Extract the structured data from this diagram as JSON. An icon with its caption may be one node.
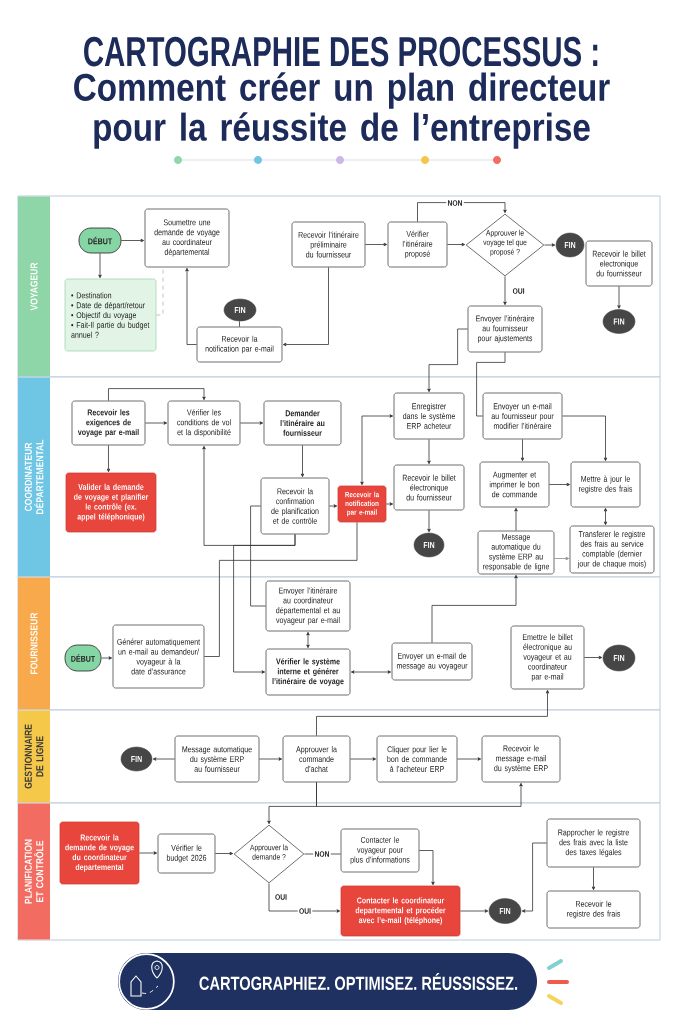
{
  "diagram": {
    "title": "CARTOGRAPHIE DES PROCESSUS :",
    "nodes": [
      {
        "text": [
          "VOYAGEUR"
        ]
      },
      {
        "text": [
          "DÉBUT"
        ],
        "in": 0
      },
      {
        "text": [
          "Soumettre une demande de voyage au coordinateur départemental"
        ],
        "in": 0
      },
      {
        "text": [
          "• Destination",
          "• Date de départ/retour",
          "• Objectif du voyage",
          "• Fait-Il partie du budget annuel ?"
        ],
        "in": 0
      },
      {
        "text": [
          "FIN"
        ],
        "in": 0
      },
      {
        "text": [
          "Recevoir la notification par e-mail"
        ],
        "in": 0
      },
      {
        "text": [
          "Recevoir l’itinéraire préliminaire du fournisseur"
        ],
        "in": 0
      },
      {
        "text": [
          "Vérifier l’itinéraire proposé"
        ],
        "in": 0
      },
      {
        "text": [
          "Approuver le voyage tel que proposé ?"
        ],
        "in": 0
      },
      {
        "text": [
          "FIN"
        ],
        "in": 0
      },
      {
        "text": [
          "Recevoir le billet electronique du fournisseur"
        ],
        "in": 0
      },
      {
        "text": [
          "FIN"
        ],
        "in": 0
      },
      {
        "text": [
          "Envoyer l’itinéraire au fournisseur pour ajustements"
        ],
        "in": 0
      },
      {
        "text": [
          "COORDINATEUR DÉPARTEMENTAL"
        ]
      },
      {
        "text": [
          "Recevoir les exigences de voyage par e-mail"
        ],
        "in": 13
      },
      {
        "text": [
          "Vérifier les conditions de vol et la disponibilité"
        ],
        "in": 13
      },
      {
        "text": [
          "Demander l’itinéraire au fournisseur"
        ],
        "in": 13
      },
      {
        "text": [
          "Enregistrer dans le système ERP acheteur"
        ],
        "in": 13
      },
      {
        "text": [
          "Envoyer un e-mail au fournisseur pour modifier l’itinéraire"
        ],
        "in": 13
      },
      {
        "text": [
          "Valider la demande de voyage et planifier le contrôle (ex. appel téléphonique)"
        ],
        "in": 13
      },
      {
        "text": [
          "Recevoir la confirmation de planification et de contrôle"
        ],
        "in": 13
      },
      {
        "text": [
          "Recevoir la notification par e-mail"
        ],
        "in": 13
      },
      {
        "text": [
          "Recevoir le billet électronique du fournisseur"
        ],
        "in": 13
      },
      {
        "text": [
          "Augmenter et imprimer le bon de commande"
        ],
        "in": 13
      },
      {
        "text": [
          "Mettre à jour le registre des frais"
        ],
        "in": 13
      },
      {
        "text": [
          "FIN"
        ],
        "in": 13
      },
      {
        "text": [
          "Message automatique du système ERP au responsable de ligne"
        ],
        "in": 13
      },
      {
        "text": [
          "Transferer le registre des frais au service comptable (dernier jour de chaque mois)"
        ],
        "in": 13
      },
      {
        "text": [
          "FOURNISSEUR"
        ]
      },
      {
        "text": [
          "Envoyer l’itinéraire au coordinateur départemental et au voyageur par e-mail"
        ],
        "in": 28
      },
      {
        "text": [
          "DÉBUT"
        ],
        "in": 28
      },
      {
        "text": [
          "Générer automatiquement un e-mail au demandeur/ voyageur à la date d’assurance"
        ],
        "in": 28
      },
      {
        "text": [
          "Vérifier le système interne et générer l’itinéraire de voyage"
        ],
        "in": 28
      },
      {
        "text": [
          "Envoyer un e-mail de message au voyageur"
        ],
        "in": 28
      },
      {
        "text": [
          "Emettre le billet électronique au voyageur et au coordinateur par e-mail"
        ],
        "in": 28
      },
      {
        "text": [
          "FIN"
        ],
        "in": 28
      },
      {
        "text": [
          "GESTIONNAIRE DE LIGNE"
        ]
      },
      {
        "text": [
          "FIN"
        ],
        "in": 36
      },
      {
        "text": [
          "Message automatique du système ERP au fournisseur"
        ],
        "in": 36
      },
      {
        "text": [
          "Approuver la commande d’achat"
        ],
        "in": 36
      },
      {
        "text": [
          "Cliquer pour lier le bon de commande à l’acheteur ERP"
        ],
        "in": 36
      },
      {
        "text": [
          "Recevoir le message e-mail du système ERP"
        ],
        "in": 36
      },
      {
        "text": [
          "PLANIFICATION ET CONTRÔLE"
        ]
      },
      {
        "text": [
          "Recevoir la demande de voyage du coordinateur departemental"
        ],
        "in": 42
      },
      {
        "text": [
          "Vérifier le budget 2026"
        ],
        "in": 42
      },
      {
        "text": [
          "Approuver la demande ?"
        ],
        "in": 42
      },
      {
        "text": [
          "Contacter le voyageur pour plus d’informations"
        ],
        "in": 42
      },
      {
        "text": [
          "Rapprocher le registre des frais avec la liste des taxes légales"
        ],
        "in": 42
      },
      {
        "text": [
          "Contacter le coordinateur departemental et procéder avec l’e-mail (téléphone)"
        ],
        "in": 42
      },
      {
        "text": [
          "FIN"
        ],
        "in": 42
      },
      {
        "text": [
          "Recevoir le registre des frais"
        ],
        "in": 42
      },
      {
        "text": [
          "CARTOGRAPHIEZ. OPTIMISEZ. RÉUSSISSEZ."
        ]
      }
    ],
    "edges": [
      {
        "from": 1,
        "to": 2,
        "arrow": "to"
      },
      {
        "from": 1,
        "to": 3,
        "arrow": "to"
      },
      {
        "from": 3,
        "to": 2,
        "arrow": "none",
        "style": "dashed",
        "color": "#b5b5b5"
      },
      {
        "from": 5,
        "to": 2,
        "arrow": "to"
      },
      {
        "from": 5,
        "to": 4,
        "arrow": "none"
      },
      {
        "from": 6,
        "to": 5,
        "arrow": "to"
      },
      {
        "from": 6,
        "to": 7,
        "arrow": "to"
      },
      {
        "from": 7,
        "to": 8,
        "arrow": "to"
      },
      {
        "from": 7,
        "to": 8,
        "arrow": "to",
        "label": "NON"
      },
      {
        "from": 8,
        "to": 9,
        "arrow": "to"
      },
      {
        "from": 8,
        "to": 12,
        "arrow": "to",
        "label": "OUI"
      },
      {
        "from": 10,
        "to": 11,
        "arrow": "to"
      },
      {
        "from": 12,
        "to": 17,
        "arrow": "to"
      },
      {
        "from": 12,
        "to": 18,
        "arrow": "none"
      },
      {
        "from": 14,
        "to": 15,
        "arrow": "to"
      },
      {
        "from": 14,
        "to": 15,
        "arrow": "to"
      },
      {
        "from": 14,
        "to": 19,
        "arrow": "to"
      },
      {
        "from": 15,
        "to": 16,
        "arrow": "to"
      },
      {
        "from": 16,
        "to": 20,
        "arrow": "to"
      },
      {
        "from": 20,
        "to": 15,
        "arrow": "to"
      },
      {
        "from": 20,
        "to": 32,
        "arrow": "to"
      },
      {
        "from": 20,
        "to": 21,
        "arrow": "to"
      },
      {
        "from": 21,
        "to": 17,
        "arrow": "both"
      },
      {
        "from": 21,
        "to": 22,
        "arrow": "to"
      },
      {
        "from": 17,
        "to": 22,
        "arrow": "to"
      },
      {
        "from": 22,
        "to": 25,
        "arrow": "to"
      },
      {
        "from": 18,
        "to": 23,
        "arrow": "to"
      },
      {
        "from": 18,
        "to": 24,
        "arrow": "to"
      },
      {
        "from": 23,
        "to": 24,
        "arrow": "to"
      },
      {
        "from": 26,
        "to": 23,
        "arrow": "to"
      },
      {
        "from": 24,
        "to": 27,
        "arrow": "both"
      },
      {
        "from": 30,
        "to": 31,
        "arrow": "to"
      },
      {
        "from": 31,
        "to": 21,
        "arrow": "none"
      },
      {
        "from": 29,
        "to": 20,
        "arrow": "none"
      },
      {
        "from": 32,
        "to": 29,
        "arrow": "both"
      },
      {
        "from": 32,
        "to": 33,
        "arrow": "both"
      },
      {
        "from": 33,
        "to": 26,
        "arrow": "to"
      },
      {
        "from": 34,
        "to": 35,
        "arrow": "to"
      },
      {
        "from": 39,
        "to": 34,
        "arrow": "to"
      },
      {
        "from": 38,
        "to": 37,
        "arrow": "to"
      },
      {
        "from": 38,
        "to": 39,
        "arrow": "to"
      },
      {
        "from": 39,
        "to": 40,
        "arrow": "to"
      },
      {
        "from": 40,
        "to": 41,
        "arrow": "to"
      },
      {
        "from": 39,
        "to": 45,
        "arrow": "to"
      },
      {
        "from": 39,
        "to": 41,
        "arrow": "to"
      },
      {
        "from": 43,
        "to": 44,
        "arrow": "to"
      },
      {
        "from": 44,
        "to": 45,
        "arrow": "to"
      },
      {
        "from": 45,
        "to": 46,
        "arrow": "none",
        "label": "NON"
      },
      {
        "from": 46,
        "to": 48,
        "arrow": "to"
      },
      {
        "from": 45,
        "to": 48,
        "arrow": "to",
        "label": "OUI"
      },
      {
        "from": 48,
        "to": 49,
        "arrow": "to"
      },
      {
        "from": 47,
        "to": 49,
        "arrow": "to"
      },
      {
        "from": 47,
        "to": 50,
        "arrow": "to"
      },
      {
        "from": 26,
        "to": 27,
        "arrow": "to",
        "color": "#8c8c8c"
      }
    ],
    "labels": [
      "Comment créer un plan directeur pour la réussite de l’entreprise",
      "OUI"
    ]
  }
}
